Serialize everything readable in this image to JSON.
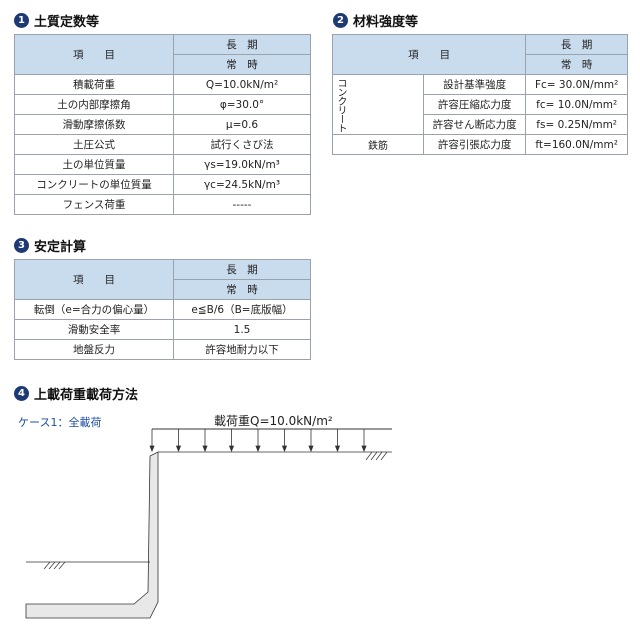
{
  "sections": [
    {
      "num": "1",
      "title": "土質定数等"
    },
    {
      "num": "2",
      "title": "材料強度等"
    },
    {
      "num": "3",
      "title": "安定計算"
    },
    {
      "num": "4",
      "title": "上載荷重載荷方法"
    }
  ],
  "header": {
    "item": "項　　目",
    "long_term": "長　期",
    "normal": "常　時"
  },
  "soil_table": [
    {
      "item": "積載荷重",
      "value": "Q=10.0kN/m²"
    },
    {
      "item": "土の内部摩擦角",
      "value": "φ=30.0°"
    },
    {
      "item": "滑動摩擦係数",
      "value": "μ=0.6"
    },
    {
      "item": "土圧公式",
      "value": "試行くさび法"
    },
    {
      "item": "土の単位質量",
      "value": "γs=19.0kN/m³"
    },
    {
      "item": "コンクリートの単位質量",
      "value": "γc=24.5kN/m³"
    },
    {
      "item": "フェンス荷重",
      "value": "-----"
    }
  ],
  "material_table": {
    "groups": [
      {
        "label": "コンクリート",
        "rows": [
          {
            "item": "設計基準強度",
            "value": "Fc= 30.0N/mm²"
          },
          {
            "item": "許容圧縮応力度",
            "value": "fc= 10.0N/mm²"
          },
          {
            "item": "許容せん断応力度",
            "value": "fs= 0.25N/mm²"
          }
        ]
      },
      {
        "label": "鉄筋",
        "rows": [
          {
            "item": "許容引張応力度",
            "value": "ft=160.0N/mm²"
          }
        ]
      }
    ]
  },
  "stability_table": [
    {
      "item": "転倒（e=合力の偏心量）",
      "value": "e≦B/6（B=底版幅）"
    },
    {
      "item": "滑動安全率",
      "value": "1.5"
    },
    {
      "item": "地盤反力",
      "value": "許容地耐力以下"
    }
  ],
  "diagram": {
    "case_label": "ケース1：全載荷",
    "load_label": "載荷重Q=10.0kN/m²"
  }
}
